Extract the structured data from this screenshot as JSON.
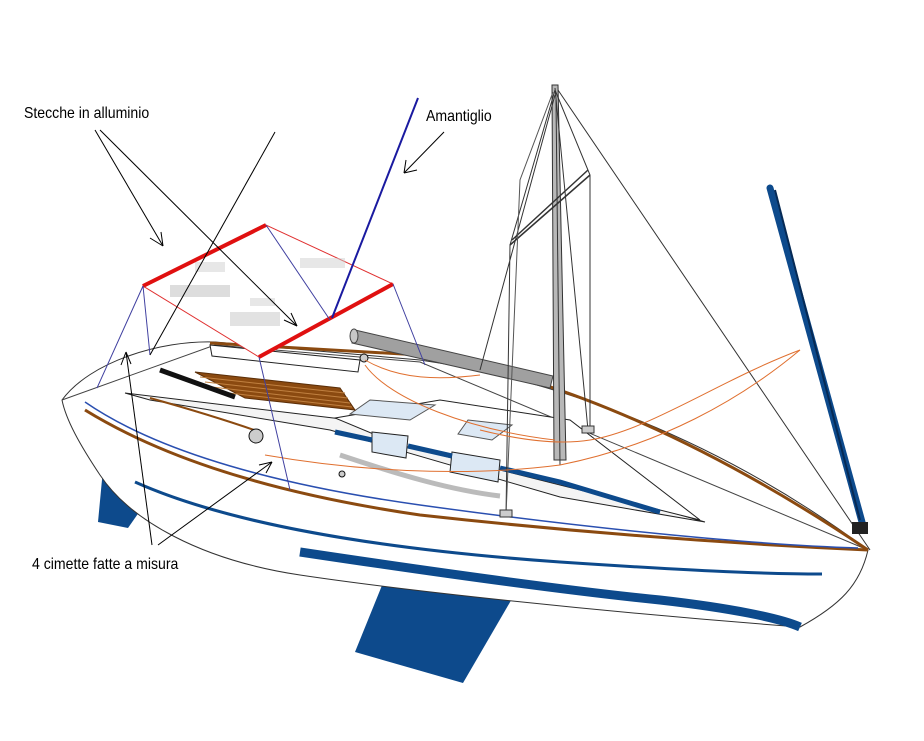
{
  "labels": {
    "battens": "Stecche in alluminio",
    "topping_lift": "Amantiglio",
    "lines": "4 cimette fatte a misura"
  },
  "icons": {
    "hull": "sailboat-hull",
    "keel": "keel-fin",
    "rudder": "rudder-blade",
    "mast": "mast",
    "boom": "boom",
    "furled_jib": "furled-jib",
    "awning": "cockpit-awning"
  },
  "colors": {
    "batten": "#e01010",
    "awning_edge": "#e03030",
    "topping_lift": "#1a1aa0",
    "hull_blue": "#0d4a8c",
    "wood": "#8b4a10",
    "orange_line": "#e07030",
    "support_lines": "#4040a0"
  }
}
